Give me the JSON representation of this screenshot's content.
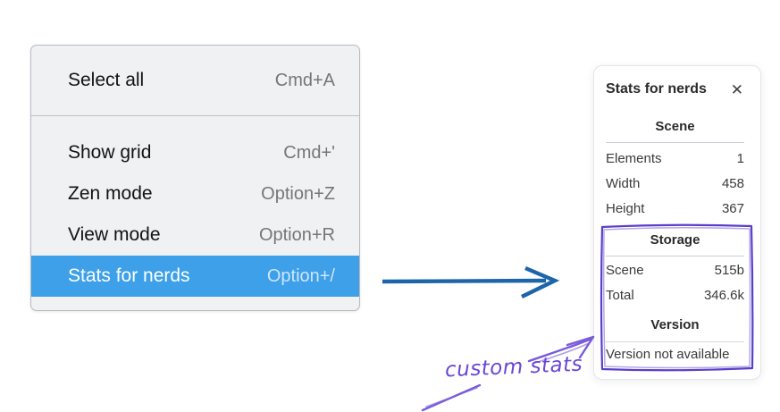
{
  "menu": {
    "items": [
      {
        "label": "Select all",
        "shortcut": "Cmd+A",
        "highlighted": false
      },
      {
        "label": "Show grid",
        "shortcut": "Cmd+'",
        "highlighted": false
      },
      {
        "label": "Zen mode",
        "shortcut": "Option+Z",
        "highlighted": false
      },
      {
        "label": "View mode",
        "shortcut": "Option+R",
        "highlighted": false
      },
      {
        "label": "Stats for nerds",
        "shortcut": "Option+/",
        "highlighted": true
      }
    ]
  },
  "panel": {
    "title": "Stats for nerds",
    "scene": {
      "heading": "Scene",
      "rows": [
        {
          "label": "Elements",
          "value": "1"
        },
        {
          "label": "Width",
          "value": "458"
        },
        {
          "label": "Height",
          "value": "367"
        }
      ]
    },
    "storage": {
      "heading": "Storage",
      "rows": [
        {
          "label": "Scene",
          "value": "515b"
        },
        {
          "label": "Total",
          "value": "346.6k"
        }
      ]
    },
    "version": {
      "heading": "Version",
      "message": "Version not available"
    }
  },
  "annotations": {
    "custom_stats_label": "custom stats"
  },
  "icons": {
    "close_icon": "✕"
  },
  "colors": {
    "menu_background": "#f0f1f3",
    "menu_highlight": "#3da0e9",
    "blue_arrow": "#1d65ab",
    "purple_annotation": "#7a5bd9",
    "purple_rect": "#5b3fc9"
  }
}
